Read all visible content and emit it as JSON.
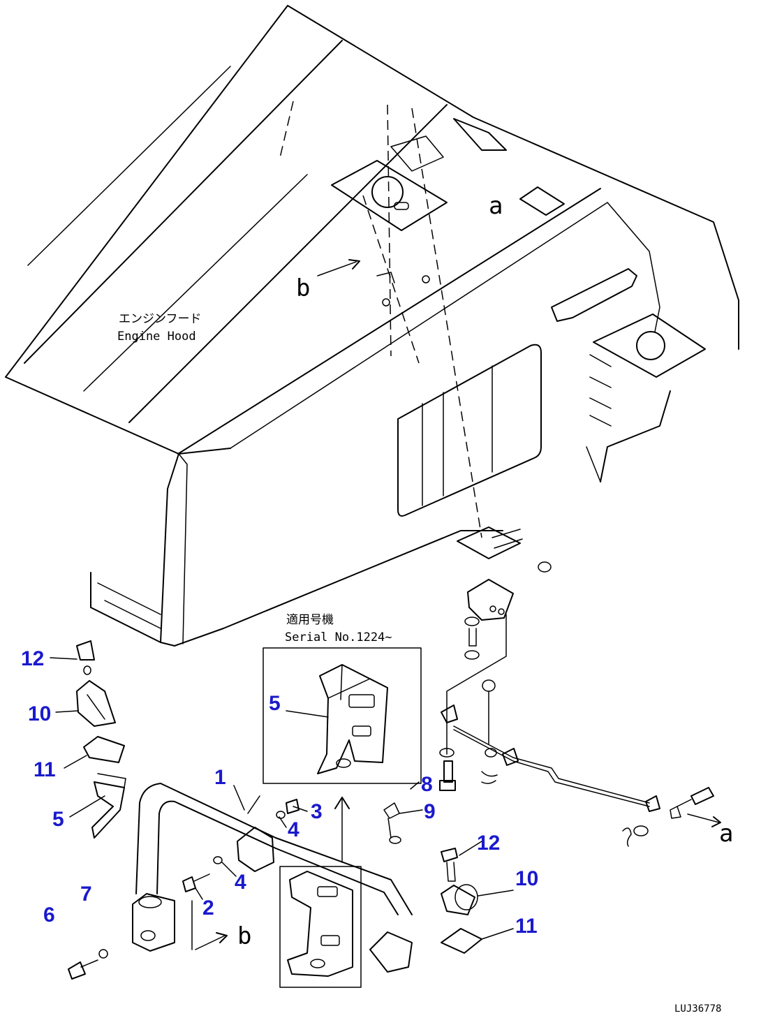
{
  "hood_label": {
    "jp": "エンジンフード",
    "en": "Engine Hood"
  },
  "serial_label": {
    "jp": "適用号機",
    "en": "Serial No.1224~"
  },
  "view_markers": {
    "a": "a",
    "b": "b"
  },
  "callouts": {
    "c1": "1",
    "c2": "2",
    "c3": "3",
    "c4_upper": "4",
    "c4_lower": "4",
    "c5_left": "5",
    "c5_inset": "5",
    "c6": "6",
    "c7": "7",
    "c8": "8",
    "c9": "9",
    "c10_left": "10",
    "c10_right": "10",
    "c11_left": "11",
    "c11_right": "11",
    "c12_left": "12",
    "c12_right": "12"
  },
  "drawing_code": "LUJ36778",
  "callout_color": "#1a1acc"
}
